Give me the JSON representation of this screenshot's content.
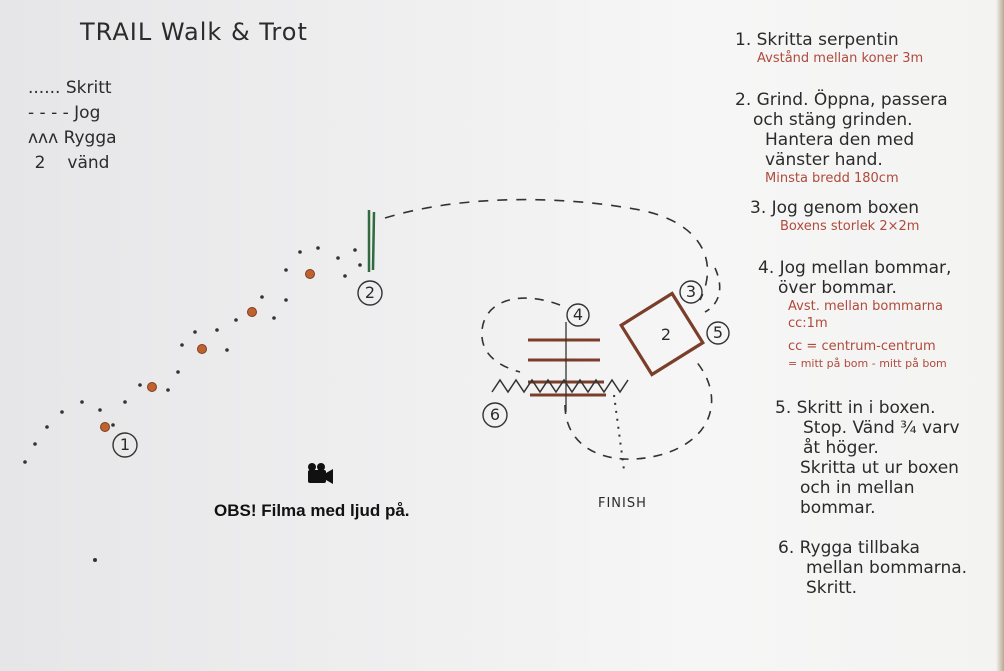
{
  "title": "TRAIL  Walk & Trot",
  "legend": [
    {
      "symbol": "......",
      "label": "Skritt"
    },
    {
      "symbol": "- - - -",
      "label": "Jog"
    },
    {
      "symbol": "ᴧᴧᴧ",
      "label": "Rygga"
    },
    {
      "symbol": "2",
      "label": "vänd"
    }
  ],
  "steps": [
    {
      "lines": [
        "1. Skritta serpentin"
      ],
      "notes": [
        "Avstånd mellan koner 3m"
      ]
    },
    {
      "lines": [
        "2. Grind. Öppna, passera",
        "och stäng grinden.",
        "Hantera den med",
        "vänster hand."
      ],
      "notes": [
        "Minsta bredd 180cm"
      ]
    },
    {
      "lines": [
        "3. Jog genom boxen"
      ],
      "notes": [
        "Boxens storlek 2×2m"
      ]
    },
    {
      "lines": [
        "4. Jog mellan bommar,",
        "över bommar."
      ],
      "notes": [
        "Avst. mellan bommarna",
        "cc:1m",
        "cc = centrum-centrum",
        "= mitt på bom - mitt på bom"
      ]
    },
    {
      "lines": [
        "5. Skritt in i boxen.",
        "Stop. Vänd ¾ varv",
        "åt höger.",
        "Skritta ut ur boxen",
        "och in mellan",
        "bommar."
      ],
      "notes": []
    },
    {
      "lines": [
        "6. Rygga tillbaka",
        "mellan bommarna.",
        "Skritt."
      ],
      "notes": []
    }
  ],
  "diagram_labels": {
    "n1": "1",
    "n2": "2",
    "n3": "3",
    "n4": "4",
    "n5": "5",
    "n6": "6",
    "box_turn": "2",
    "finish": "FINISH"
  },
  "camera_icon": "video-camera-icon",
  "obs": "OBS! Filma med ljud på.",
  "colors": {
    "ink": "#2b2b2b",
    "note": "#b04a3c",
    "cone": "#c0622c",
    "pole": "#7a3e2a",
    "gate": "#2f6b3e"
  }
}
